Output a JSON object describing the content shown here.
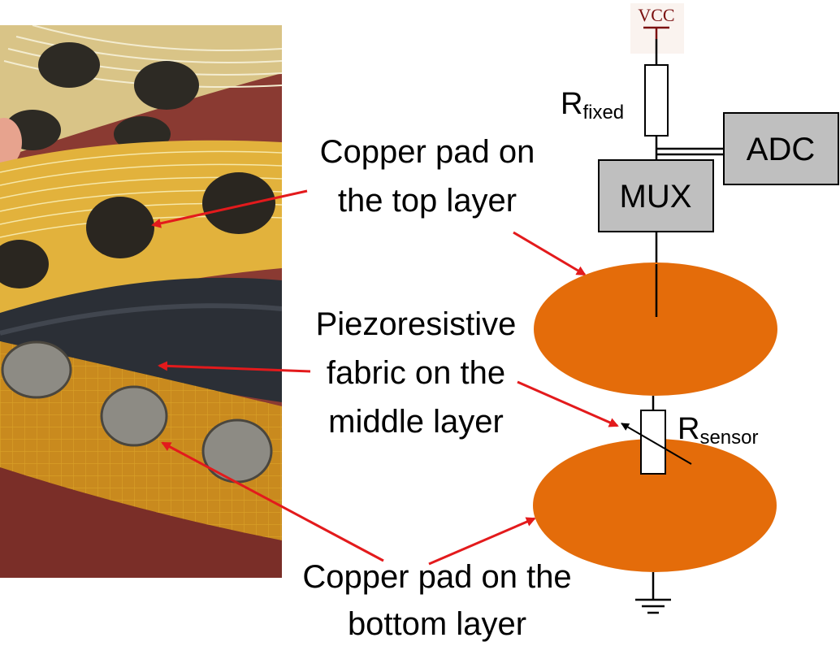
{
  "labels": {
    "copper_top": [
      "Copper pad on",
      "the top layer"
    ],
    "fabric_middle": [
      "Piezoresistive",
      "fabric on the",
      "middle layer"
    ],
    "copper_bottom": [
      "Copper pad on the",
      "bottom layer"
    ]
  },
  "circuit": {
    "vcc": "VCC",
    "r_fixed": {
      "main": "R",
      "sub": "fixed"
    },
    "r_sensor": {
      "main": "R",
      "sub": "sensor"
    },
    "adc": "ADC",
    "mux": "MUX"
  },
  "colors": {
    "pad_orange": "#e46c0a",
    "box_gray": "#bfbfbf",
    "arrow_red": "#e31a1c",
    "vcc_maroon": "#7b1010"
  }
}
